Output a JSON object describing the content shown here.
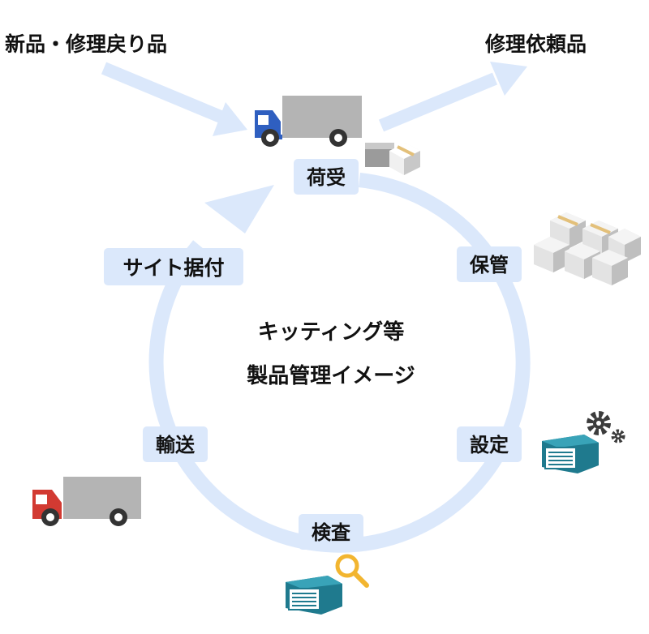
{
  "corner_labels": {
    "inbound": "新品・修理戻り品",
    "outbound": "修理依頼品"
  },
  "center_title": {
    "line1": "キッティング等",
    "line2": "製品管理イメージ"
  },
  "stages": {
    "receiving": "荷受",
    "storage": "保管",
    "setup": "設定",
    "inspection": "検査",
    "transport": "輸送",
    "installation": "サイト据付"
  },
  "colors": {
    "cycle_arrow": "#dbe8fb",
    "label_bg": "#dbe8fb",
    "truck_cab_blue": "#2f5fc0",
    "truck_cab_red": "#d23a32",
    "truck_body": "#b4b4b4",
    "device_teal": "#1f7a8e",
    "gear": "#3c3c3c",
    "magnifier": "#f2b530",
    "box": "#e3e3e3",
    "box_tape": "#e3c07a"
  },
  "icons": [
    "truck-icon",
    "box-icon",
    "device-icon",
    "gear-icon",
    "magnifier-icon"
  ]
}
